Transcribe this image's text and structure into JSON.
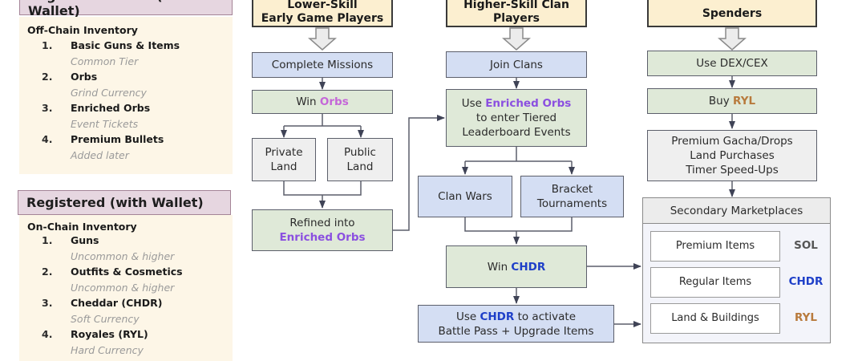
{
  "panels": {
    "no_wallet": {
      "title": "Registered Users (No Wallet)",
      "inventory_title": "Off-Chain Inventory",
      "items": [
        {
          "num": "1.",
          "name": "Basic Guns & Items",
          "sub": "Common Tier"
        },
        {
          "num": "2.",
          "name": "Orbs",
          "sub": "Grind Currency"
        },
        {
          "num": "3.",
          "name": "Enriched Orbs",
          "sub": "Event Tickets"
        },
        {
          "num": "4.",
          "name": "Premium Bullets",
          "sub": "Added later"
        }
      ]
    },
    "with_wallet": {
      "title": "Registered (with Wallet)",
      "inventory_title": "On-Chain Inventory",
      "items": [
        {
          "num": "1.",
          "name": "Guns",
          "sub": "Uncommon & higher"
        },
        {
          "num": "2.",
          "name": "Outfits & Cosmetics",
          "sub": "Uncommon & higher"
        },
        {
          "num": "3.",
          "name": "Cheddar (CHDR)",
          "sub": "Soft Currency"
        },
        {
          "num": "4.",
          "name": "Royales (RYL)",
          "sub": "Hard Currency"
        }
      ]
    }
  },
  "flow": {
    "col1": {
      "header_line1": "Lower-Skill",
      "header_line2": "Early Game Players",
      "complete_missions": "Complete Missions",
      "win_prefix": "Win ",
      "win_token": "Orbs",
      "private_land_1": "Private",
      "private_land_2": "Land",
      "public_land_1": "Public",
      "public_land_2": "Land",
      "refined_line1": "Refined into",
      "refined_token": "Enriched Orbs"
    },
    "col2": {
      "header_line1": "Higher-Skill Clan",
      "header_line2": "Players",
      "join_clans": "Join Clans",
      "use_prefix": "Use ",
      "use_token": "Enriched Orbs",
      "use_line2": "to enter Tiered",
      "use_line3": "Leaderboard Events",
      "clan_wars": "Clan Wars",
      "bracket_1": "Bracket",
      "bracket_2": "Tournaments",
      "win_prefix": "Win ",
      "win_token": "CHDR",
      "use_chdr_prefix": "Use ",
      "use_chdr_token": "CHDR",
      "use_chdr_suffix": " to activate",
      "use_chdr_line2": "Battle Pass + Upgrade Items"
    },
    "col3": {
      "header": "Spenders",
      "use_dex": "Use DEX/CEX",
      "buy_prefix": "Buy ",
      "buy_token": "RYL",
      "premium_line1": "Premium Gacha/Drops",
      "premium_line2": "Land Purchases",
      "premium_line3": "Timer Speed-Ups"
    },
    "marketplace": {
      "title": "Secondary Marketplaces",
      "rows": [
        {
          "item": "Premium Items",
          "currency": "SOL"
        },
        {
          "item": "Regular Items",
          "currency": "CHDR"
        },
        {
          "item": "Land & Buildings",
          "currency": "RYL"
        }
      ]
    }
  },
  "colors": {
    "orbs": "#c466d8",
    "enriched_orbs": "#8b4fe0",
    "chdr": "#1e3fc8",
    "ryl": "#b87a3c",
    "sol": "#555555"
  }
}
